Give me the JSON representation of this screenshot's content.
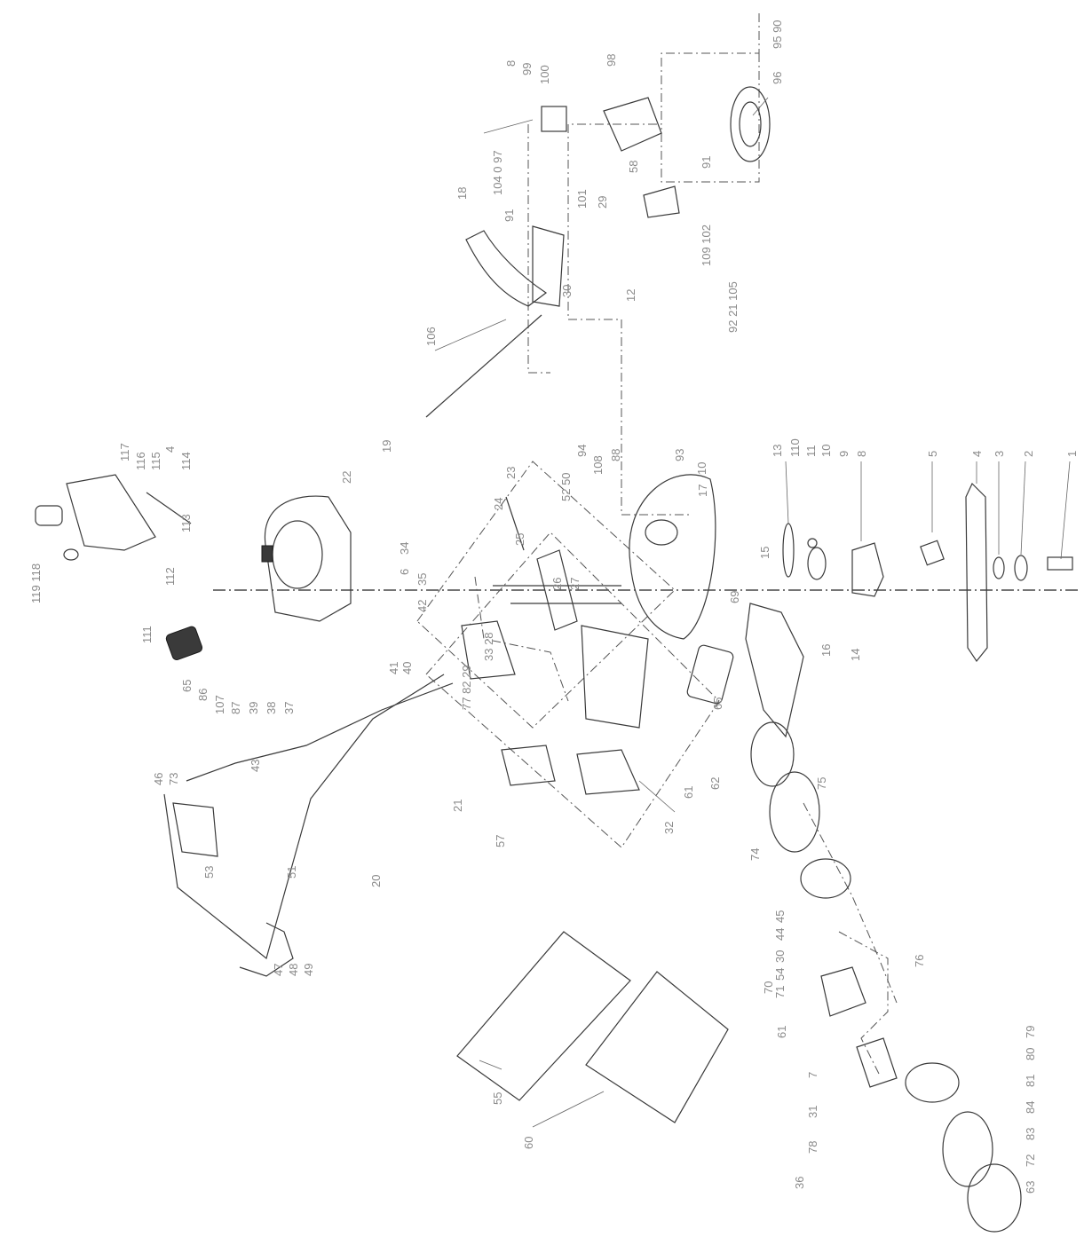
{
  "callouts": [
    {
      "id": "c1",
      "text": "1"
    },
    {
      "id": "c2",
      "text": "2"
    },
    {
      "id": "c3",
      "text": "3"
    },
    {
      "id": "c4",
      "text": "4"
    },
    {
      "id": "c5",
      "text": "5"
    },
    {
      "id": "c8a",
      "text": "8"
    },
    {
      "id": "c9",
      "text": "9"
    },
    {
      "id": "c10a",
      "text": "10"
    },
    {
      "id": "c11",
      "text": "11"
    },
    {
      "id": "c110",
      "text": "110"
    },
    {
      "id": "c13",
      "text": "13"
    },
    {
      "id": "c15",
      "text": "15"
    },
    {
      "id": "c16",
      "text": "16"
    },
    {
      "id": "c14",
      "text": "14"
    },
    {
      "id": "c17",
      "text": "17"
    },
    {
      "id": "c10b",
      "text": "10"
    },
    {
      "id": "c69",
      "text": "69"
    },
    {
      "id": "c93",
      "text": "93"
    },
    {
      "id": "c88",
      "text": "88"
    },
    {
      "id": "c108",
      "text": "108"
    },
    {
      "id": "c94",
      "text": "94"
    },
    {
      "id": "c5250",
      "text": "52 50"
    },
    {
      "id": "c23",
      "text": "23"
    },
    {
      "id": "c24",
      "text": "24"
    },
    {
      "id": "c25",
      "text": "25"
    },
    {
      "id": "c26",
      "text": "26"
    },
    {
      "id": "c27",
      "text": "27"
    },
    {
      "id": "c6",
      "text": "6"
    },
    {
      "id": "c34",
      "text": "34"
    },
    {
      "id": "c35",
      "text": "35"
    },
    {
      "id": "c42",
      "text": "42"
    },
    {
      "id": "c19",
      "text": "19"
    },
    {
      "id": "c22",
      "text": "22"
    },
    {
      "id": "c3328",
      "text": "33 28"
    },
    {
      "id": "c7782",
      "text": "77 82 29"
    },
    {
      "id": "c65a",
      "text": "65"
    },
    {
      "id": "c62",
      "text": "62"
    },
    {
      "id": "c61a",
      "text": "61"
    },
    {
      "id": "c32",
      "text": "32"
    },
    {
      "id": "c57",
      "text": "57"
    },
    {
      "id": "c21",
      "text": "21"
    },
    {
      "id": "c41",
      "text": "41"
    },
    {
      "id": "c40",
      "text": "40"
    },
    {
      "id": "c117",
      "text": "117"
    },
    {
      "id": "c116",
      "text": "116"
    },
    {
      "id": "c115",
      "text": "115"
    },
    {
      "id": "c4b",
      "text": "4"
    },
    {
      "id": "c114",
      "text": "114"
    },
    {
      "id": "c113",
      "text": "113"
    },
    {
      "id": "c112",
      "text": "112"
    },
    {
      "id": "c111",
      "text": "111"
    },
    {
      "id": "c119",
      "text": "119 118"
    },
    {
      "id": "c106",
      "text": "106"
    },
    {
      "id": "c18",
      "text": "18"
    },
    {
      "id": "c91a",
      "text": "91"
    },
    {
      "id": "c101",
      "text": "101"
    },
    {
      "id": "c29b",
      "text": "29"
    },
    {
      "id": "c12",
      "text": "12"
    },
    {
      "id": "c30b",
      "text": "30"
    },
    {
      "id": "c8b",
      "text": "8"
    },
    {
      "id": "c99",
      "text": "99"
    },
    {
      "id": "c100",
      "text": "100"
    },
    {
      "id": "c104",
      "text": "104 0 97"
    },
    {
      "id": "c98",
      "text": "98"
    },
    {
      "id": "c58",
      "text": "58"
    },
    {
      "id": "c91b",
      "text": "91"
    },
    {
      "id": "c96",
      "text": "96"
    },
    {
      "id": "c9590",
      "text": "95 90"
    },
    {
      "id": "c109",
      "text": "109 102"
    },
    {
      "id": "c92",
      "text": "92 21 105"
    },
    {
      "id": "c65b",
      "text": "65"
    },
    {
      "id": "c86",
      "text": "86"
    },
    {
      "id": "c107",
      "text": "107"
    },
    {
      "id": "c87",
      "text": "87"
    },
    {
      "id": "c39",
      "text": "39"
    },
    {
      "id": "c38",
      "text": "38"
    },
    {
      "id": "c37",
      "text": "37"
    },
    {
      "id": "c43",
      "text": "43"
    },
    {
      "id": "c46",
      "text": "46"
    },
    {
      "id": "c73",
      "text": "73"
    },
    {
      "id": "c53",
      "text": "53"
    },
    {
      "id": "c51",
      "text": "51"
    },
    {
      "id": "c20",
      "text": "20"
    },
    {
      "id": "c47",
      "text": "47"
    },
    {
      "id": "c48",
      "text": "48"
    },
    {
      "id": "c49",
      "text": "49"
    },
    {
      "id": "c55",
      "text": "55"
    },
    {
      "id": "c60",
      "text": "60"
    },
    {
      "id": "c74",
      "text": "74"
    },
    {
      "id": "c75",
      "text": "75"
    },
    {
      "id": "c45",
      "text": "45"
    },
    {
      "id": "c44",
      "text": "44"
    },
    {
      "id": "c30c",
      "text": "30"
    },
    {
      "id": "c54",
      "text": "54"
    },
    {
      "id": "c71",
      "text": "71"
    },
    {
      "id": "c70",
      "text": "70"
    },
    {
      "id": "c61b",
      "text": "61"
    },
    {
      "id": "c76",
      "text": "76"
    },
    {
      "id": "c79",
      "text": "79"
    },
    {
      "id": "c80",
      "text": "80"
    },
    {
      "id": "c81",
      "text": "81"
    },
    {
      "id": "c84",
      "text": "84"
    },
    {
      "id": "c83",
      "text": "83"
    },
    {
      "id": "c72",
      "text": "72"
    },
    {
      "id": "c63",
      "text": "63"
    },
    {
      "id": "c7",
      "text": "7"
    },
    {
      "id": "c31",
      "text": "31"
    },
    {
      "id": "c78",
      "text": "78"
    },
    {
      "id": "c36",
      "text": "36"
    }
  ]
}
